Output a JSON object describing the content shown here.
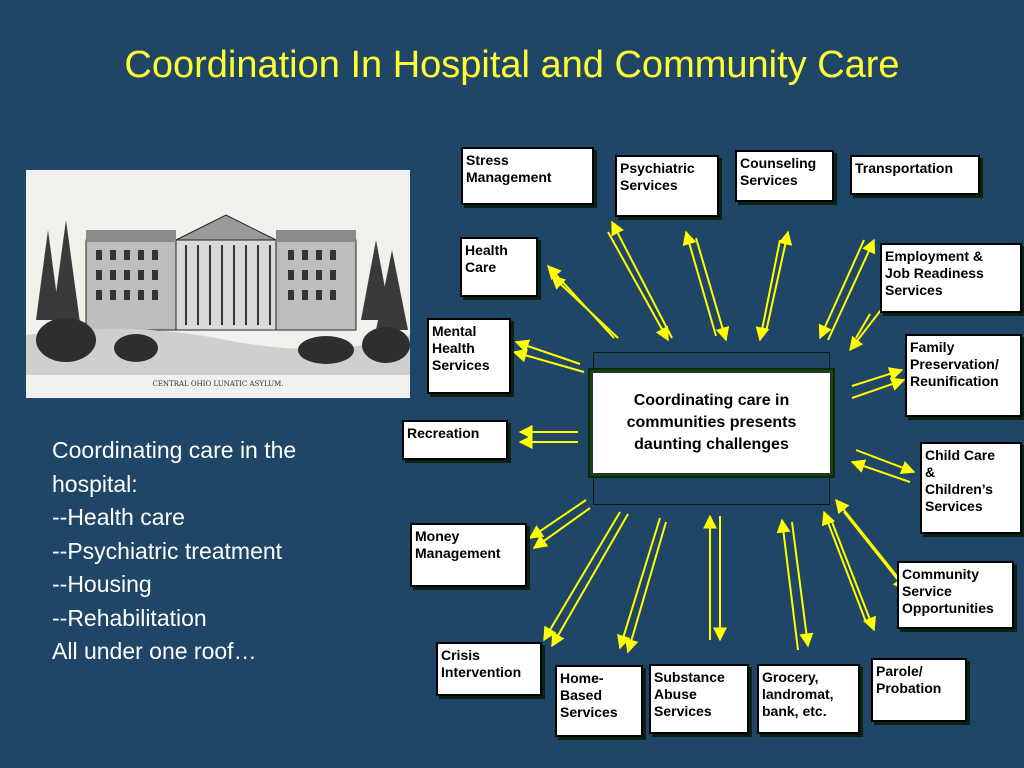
{
  "title": "Coordination In Hospital and Community Care",
  "photo": {
    "caption": "CENTRAL OHIO LUNATIC ASYLUM."
  },
  "hospital": {
    "heading": "Coordinating care in the",
    "heading2": "hospital:",
    "items": [
      "--Health care",
      "--Psychiatric treatment",
      "--Housing",
      "--Rehabilitation"
    ],
    "footer": "All under one roof…"
  },
  "center": {
    "text": "Coordinating care in communities presents daunting challenges"
  },
  "services": [
    "Stress\nManagement",
    "Psychiatric\nServices",
    "Counseling\nServices",
    "Transportation",
    "Health\nCare",
    "Employment &\nJob Readiness\nServices",
    "Mental\nHealth\nServices",
    "Family\nPreservation/\nReunification",
    "Recreation",
    "Child Care\n&\nChildren’s\nServices",
    " Money\nManagement",
    "Community\nService\nOpportunities",
    "Crisis\nIntervention",
    "Home-\nBased\nServices",
    "Substance\nAbuse\nServices",
    "Grocery,\nlandromat,\nbank, etc.",
    "Parole/\nProbation"
  ],
  "colors": {
    "background": "#1f4567",
    "title": "#ffff33",
    "arrow": "#ffff00"
  }
}
